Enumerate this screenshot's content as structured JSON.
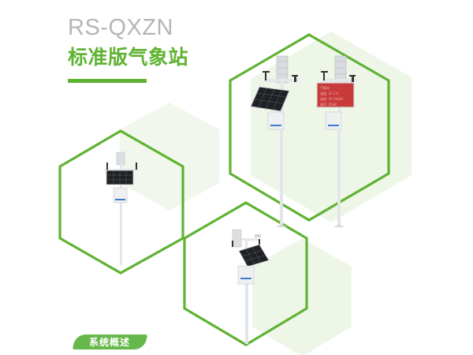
{
  "header": {
    "model": "RS-QXZN",
    "product_name": "标准版气象站"
  },
  "section_badge": {
    "label": "系统概述"
  },
  "colors": {
    "accent_green": "#5fb332",
    "hex_fill": "#eef6e8",
    "title_gray": "#b5b5b5",
    "led_red": "#c83a3a",
    "badge_green": "#66b84a"
  },
  "products": [
    {
      "name": "solar-weather-station-large",
      "type": "solar panel"
    },
    {
      "name": "led-display-weather-station",
      "type": "LED display",
      "display_lines": [
        "气象站",
        "温度: 22.1℃",
        "湿度: 55.5%RH",
        "噪声: 35dB"
      ]
    },
    {
      "name": "solar-weather-station-small",
      "type": "solar panel"
    },
    {
      "name": "compact-weather-station",
      "type": "solar panel"
    }
  ]
}
